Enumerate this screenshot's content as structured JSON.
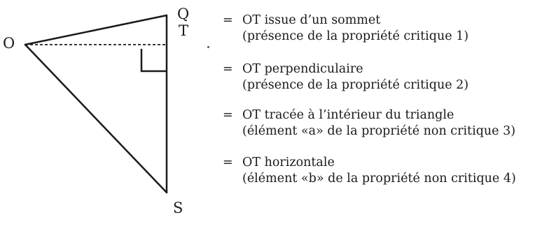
{
  "figure": {
    "points": {
      "o": "O",
      "q": "Q",
      "t": "T",
      "s": "S"
    },
    "ink_color": "#1a1a1a"
  },
  "annotations": [
    {
      "symbol": "=",
      "line1": "OT issue d’un sommet",
      "line2": "(présence de la propriété critique 1)"
    },
    {
      "symbol": "=",
      "line1": "OT perpendiculaire",
      "line2": "(présence de la propriété critique 2)"
    },
    {
      "symbol": "=",
      "line1": "OT tracée à l’intérieur du triangle",
      "line2": "(élément «a» de la propriété non critique 3)"
    },
    {
      "symbol": "=",
      "line1": "OT horizontale",
      "line2": "(élément «b» de la propriété non critique 4)"
    }
  ]
}
